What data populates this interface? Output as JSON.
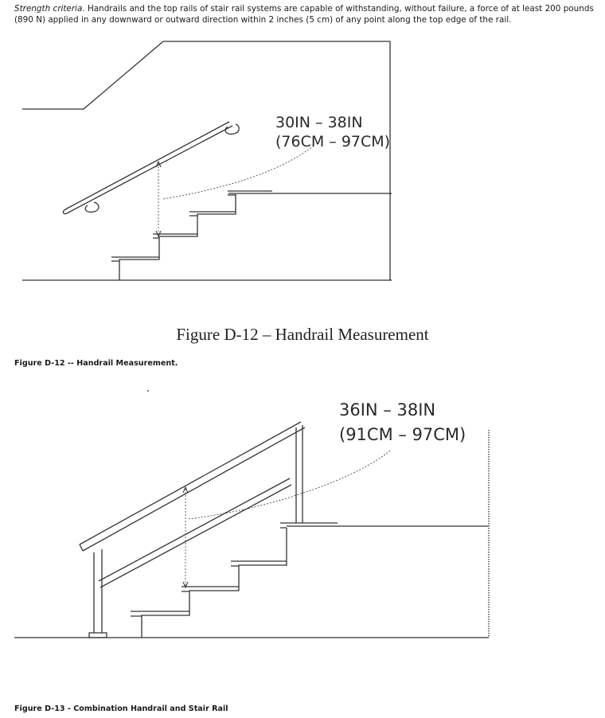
{
  "intro": {
    "term": "Strength criteria",
    "text": ". Handrails and the top rails of stair rail systems are capable of withstanding, without failure, a force of at least 200 pounds (890 N) applied in any downward or outward direction within 2 inches (5 cm) of any point along the top edge of the rail."
  },
  "figure_d12": {
    "imperial": "30IN – 38IN",
    "metric": "(76CM – 97CM)",
    "title": "Figure D-12 – Handrail Measurement",
    "caption": "Figure D-12 -- Handrail Measurement."
  },
  "figure_d13": {
    "imperial": "36IN – 38IN",
    "metric": "(91CM – 97CM)",
    "caption": "Figure D-13 - Combination Handrail and Stair Rail"
  }
}
